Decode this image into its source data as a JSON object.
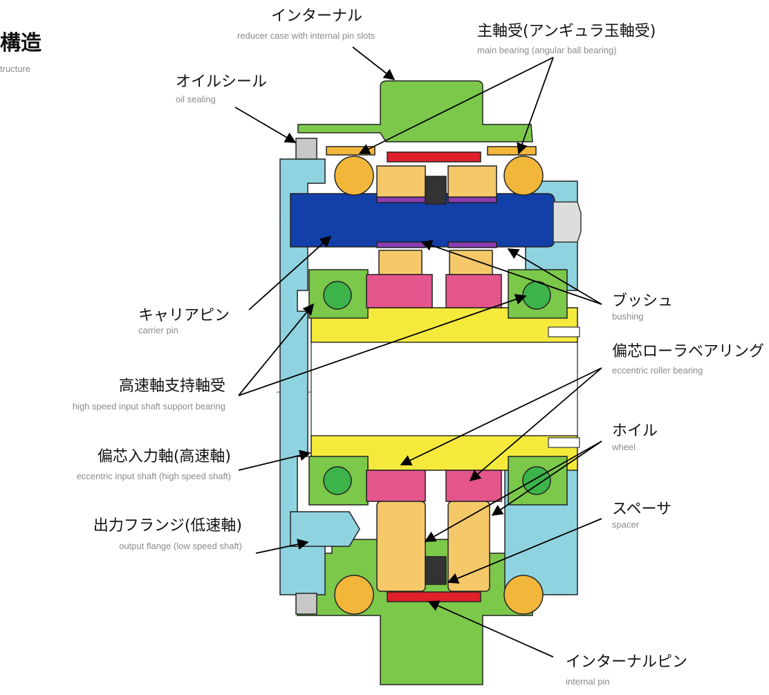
{
  "title": "構造",
  "subtitle": "tructure",
  "colors": {
    "housing": "#7cc84a",
    "flange": "#8fd3e0",
    "carrier_pin": "#123fa8",
    "main_bearing": "#f2b73a",
    "wheel": "#f5c86a",
    "wheel_bearing": "#e4558c",
    "shaft": "#f5ea3c",
    "internal_pin": "#e0202a",
    "bushing": "#8a3cb0",
    "spacer": "#333333",
    "oil_seal": "#c8c8c8",
    "support_bearing": "#3cb44a"
  },
  "labels": [
    {
      "id": "internal",
      "jp": "インターナル",
      "en": "reducer case with internal pin slots"
    },
    {
      "id": "main-bearing",
      "jp": "主軸受(アンギュラ玉軸受)",
      "en": "main bearing (angular ball bearing)"
    },
    {
      "id": "oil-seal",
      "jp": "オイルシール",
      "en": "oil sealing"
    },
    {
      "id": "carrier-pin",
      "jp": "キャリアピン",
      "en": "carrier pin"
    },
    {
      "id": "bushing",
      "jp": "ブッシュ",
      "en": "bushing"
    },
    {
      "id": "eccentric-roller-bearing",
      "jp": "偏芯ローラベアリング",
      "en": "eccentric roller bearing"
    },
    {
      "id": "support-bearing",
      "jp": "高速軸支持軸受",
      "en": "high speed input shaft support bearing"
    },
    {
      "id": "input-shaft",
      "jp": "偏芯入力軸(高速軸)",
      "en": "eccentric input shaft (high speed shaft)"
    },
    {
      "id": "wheel",
      "jp": "ホイル",
      "en": "wheel"
    },
    {
      "id": "spacer",
      "jp": "スペーサ",
      "en": "spacer"
    },
    {
      "id": "output-flange",
      "jp": "出力フランジ(低速軸)",
      "en": "output flange (low speed shaft)"
    },
    {
      "id": "internal-pin",
      "jp": "インターナルピン",
      "en": "internal pin"
    }
  ]
}
